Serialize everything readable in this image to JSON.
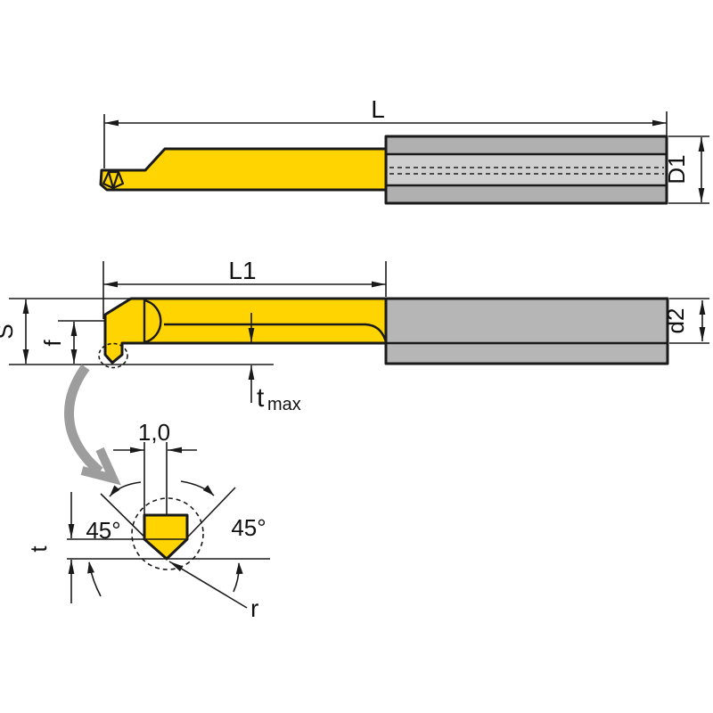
{
  "labels": {
    "overall_length": "L",
    "usable_length": "L1",
    "shank_diameter": "D1",
    "bar_diameter": "d2",
    "tip_height": "S",
    "center_height": "f",
    "tmax_main": "t",
    "tmax_sub": "max",
    "tip_width": "1,0",
    "angle_left": "45°",
    "angle_right": "45°",
    "thread_depth": "t",
    "corner_radius": "r"
  },
  "colors": {
    "carbide_yellow": "#FFD400",
    "shank_gray": "#b6b6b6",
    "shank_band_gray": "#b0b0b0",
    "shank_center_gray": "#cfcfcf",
    "guide_arrow_gray": "#9d9d9d",
    "line_black": "#1a1a1a"
  }
}
